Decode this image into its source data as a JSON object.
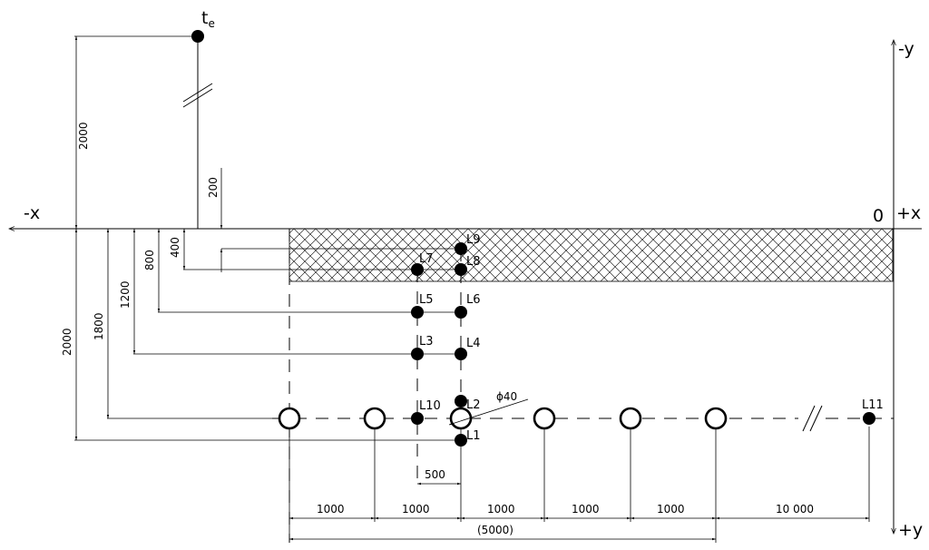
{
  "axes": {
    "minus_x": "-x",
    "plus_x": "+x",
    "minus_y": "-y",
    "plus_y": "+y",
    "origin": "0"
  },
  "points": {
    "te": "t",
    "te_sub": "e",
    "L1": "L1",
    "L2": "L2",
    "L3": "L3",
    "L4": "L4",
    "L5": "L5",
    "L6": "L6",
    "L7": "L7",
    "L8": "L8",
    "L9": "L9",
    "L10": "L10",
    "L11": "L11"
  },
  "pipe_label": "ϕ40",
  "dimensions": {
    "vertical": {
      "top_2000": "2000",
      "d200": "200",
      "d400": "400",
      "d800": "800",
      "d1200": "1200",
      "d1800": "1800",
      "bottom_2000": "2000"
    },
    "horizontal": {
      "d500": "500",
      "s1": "1000",
      "s2": "1000",
      "s3": "1000",
      "s4": "1000",
      "s5": "1000",
      "s6": "10 000",
      "total": "(5000)"
    }
  }
}
